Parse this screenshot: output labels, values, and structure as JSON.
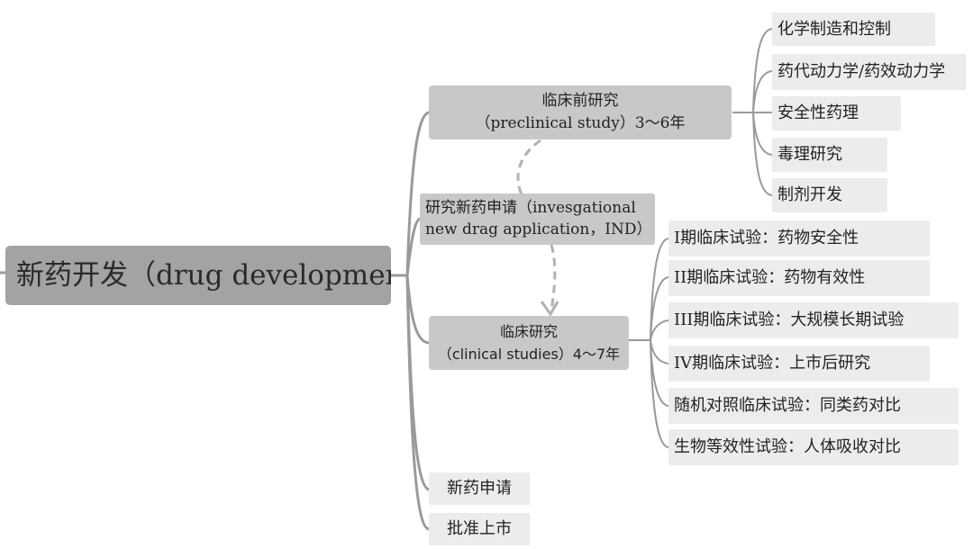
{
  "root": {
    "label": "新药开发（drug development）"
  },
  "preclinical": {
    "title": "临床前研究",
    "subtitle": "（preclinical study）3～6年",
    "items": [
      "化学制造和控制",
      "药代动力学/药效动力学",
      "安全性药理",
      "毒理研究",
      "制剂开发"
    ]
  },
  "ind": {
    "line1": "研究新药申请（invesgational",
    "line2": "new drag application，IND）"
  },
  "clinical": {
    "title": "临床研究",
    "subtitle": "（clinical studies）4～7年",
    "items": [
      "I期临床试验：药物安全性",
      "II期临床试验：药物有效性",
      "III期临床试验：大规模长期试验",
      "IV期临床试验：上市后研究",
      "随机对照临床试验：同类药对比",
      "生物等效性试验：人体吸收对比"
    ]
  },
  "nda": {
    "label": "新药申请"
  },
  "approval": {
    "label": "批准上市"
  },
  "colors": {
    "root": "#a3a3a3",
    "branch": "#c8c8c8",
    "leaf": "#ececec",
    "connector": "#9a9a9a",
    "dashed": "#b0b0b0"
  }
}
